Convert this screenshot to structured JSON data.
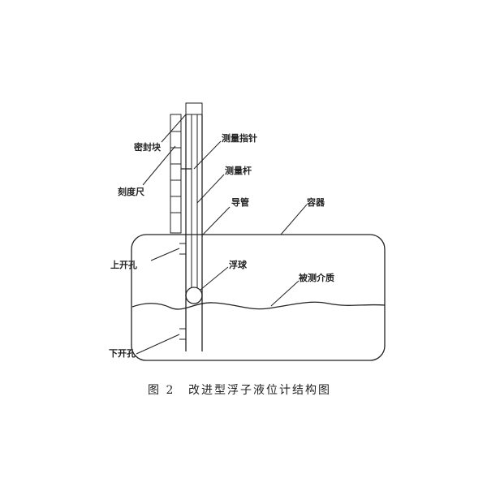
{
  "labels": {
    "seal_block": "密封块",
    "scale": "刻度尺",
    "pointer": "测量指针",
    "rod": "测量杆",
    "guide_tube": "导管",
    "container": "容器",
    "upper_hole": "上开孔",
    "float_ball": "浮球",
    "medium": "被测介质",
    "lower_hole": "下开孔"
  },
  "caption": {
    "figure_no": "图 2",
    "title": "改进型浮子液位计结构图"
  }
}
